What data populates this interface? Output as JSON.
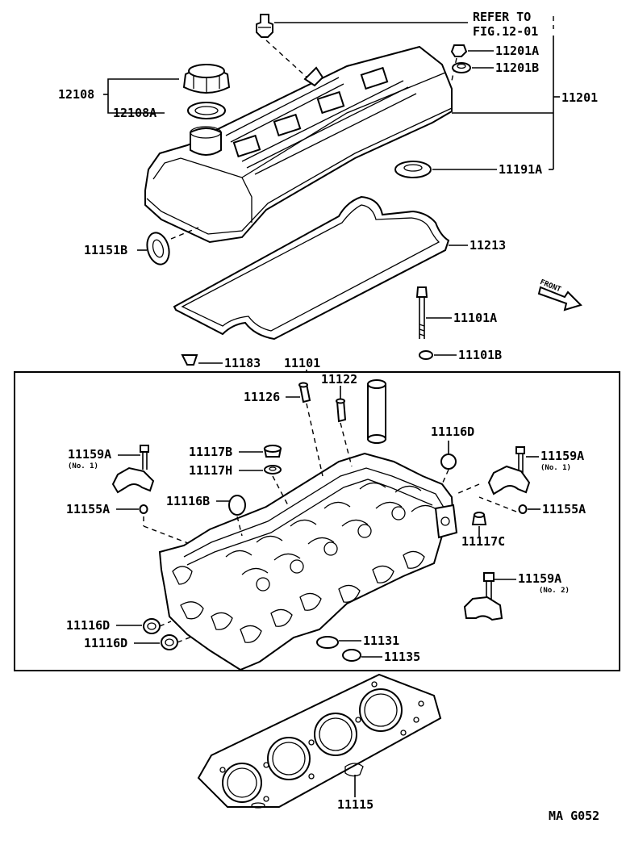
{
  "diagram_code": "MA G052",
  "front_label": "FRONT",
  "refer": {
    "line1": "REFER TO",
    "line2": "FIG.12-01"
  },
  "labels": {
    "p12108": "12108",
    "p12108A": "12108A",
    "p11201A": "11201A",
    "p11201B": "11201B",
    "p11201": "11201",
    "p11191A": "11191A",
    "p11151B": "11151B",
    "p11213": "11213",
    "p11101A": "11101A",
    "p11183": "11183",
    "p11101": "11101",
    "p11101B": "11101B",
    "p11122": "11122",
    "p11126": "11126",
    "p11116D_top": "11116D",
    "p11159A_left": "11159A",
    "p11159A_left_note": "(No. 1)",
    "p11117B": "11117B",
    "p11117H": "11117H",
    "p11159A_right": "11159A",
    "p11159A_right_note": "(No. 1)",
    "p11116B": "11116B",
    "p11155A_left": "11155A",
    "p11155A_right": "11155A",
    "p11117C": "11117C",
    "p11159A_no2": "11159A",
    "p11159A_no2_note": "(No. 2)",
    "p11116D_a": "11116D",
    "p11116D_b": "11116D",
    "p11131": "11131",
    "p11135": "11135",
    "p11115": "11115"
  }
}
